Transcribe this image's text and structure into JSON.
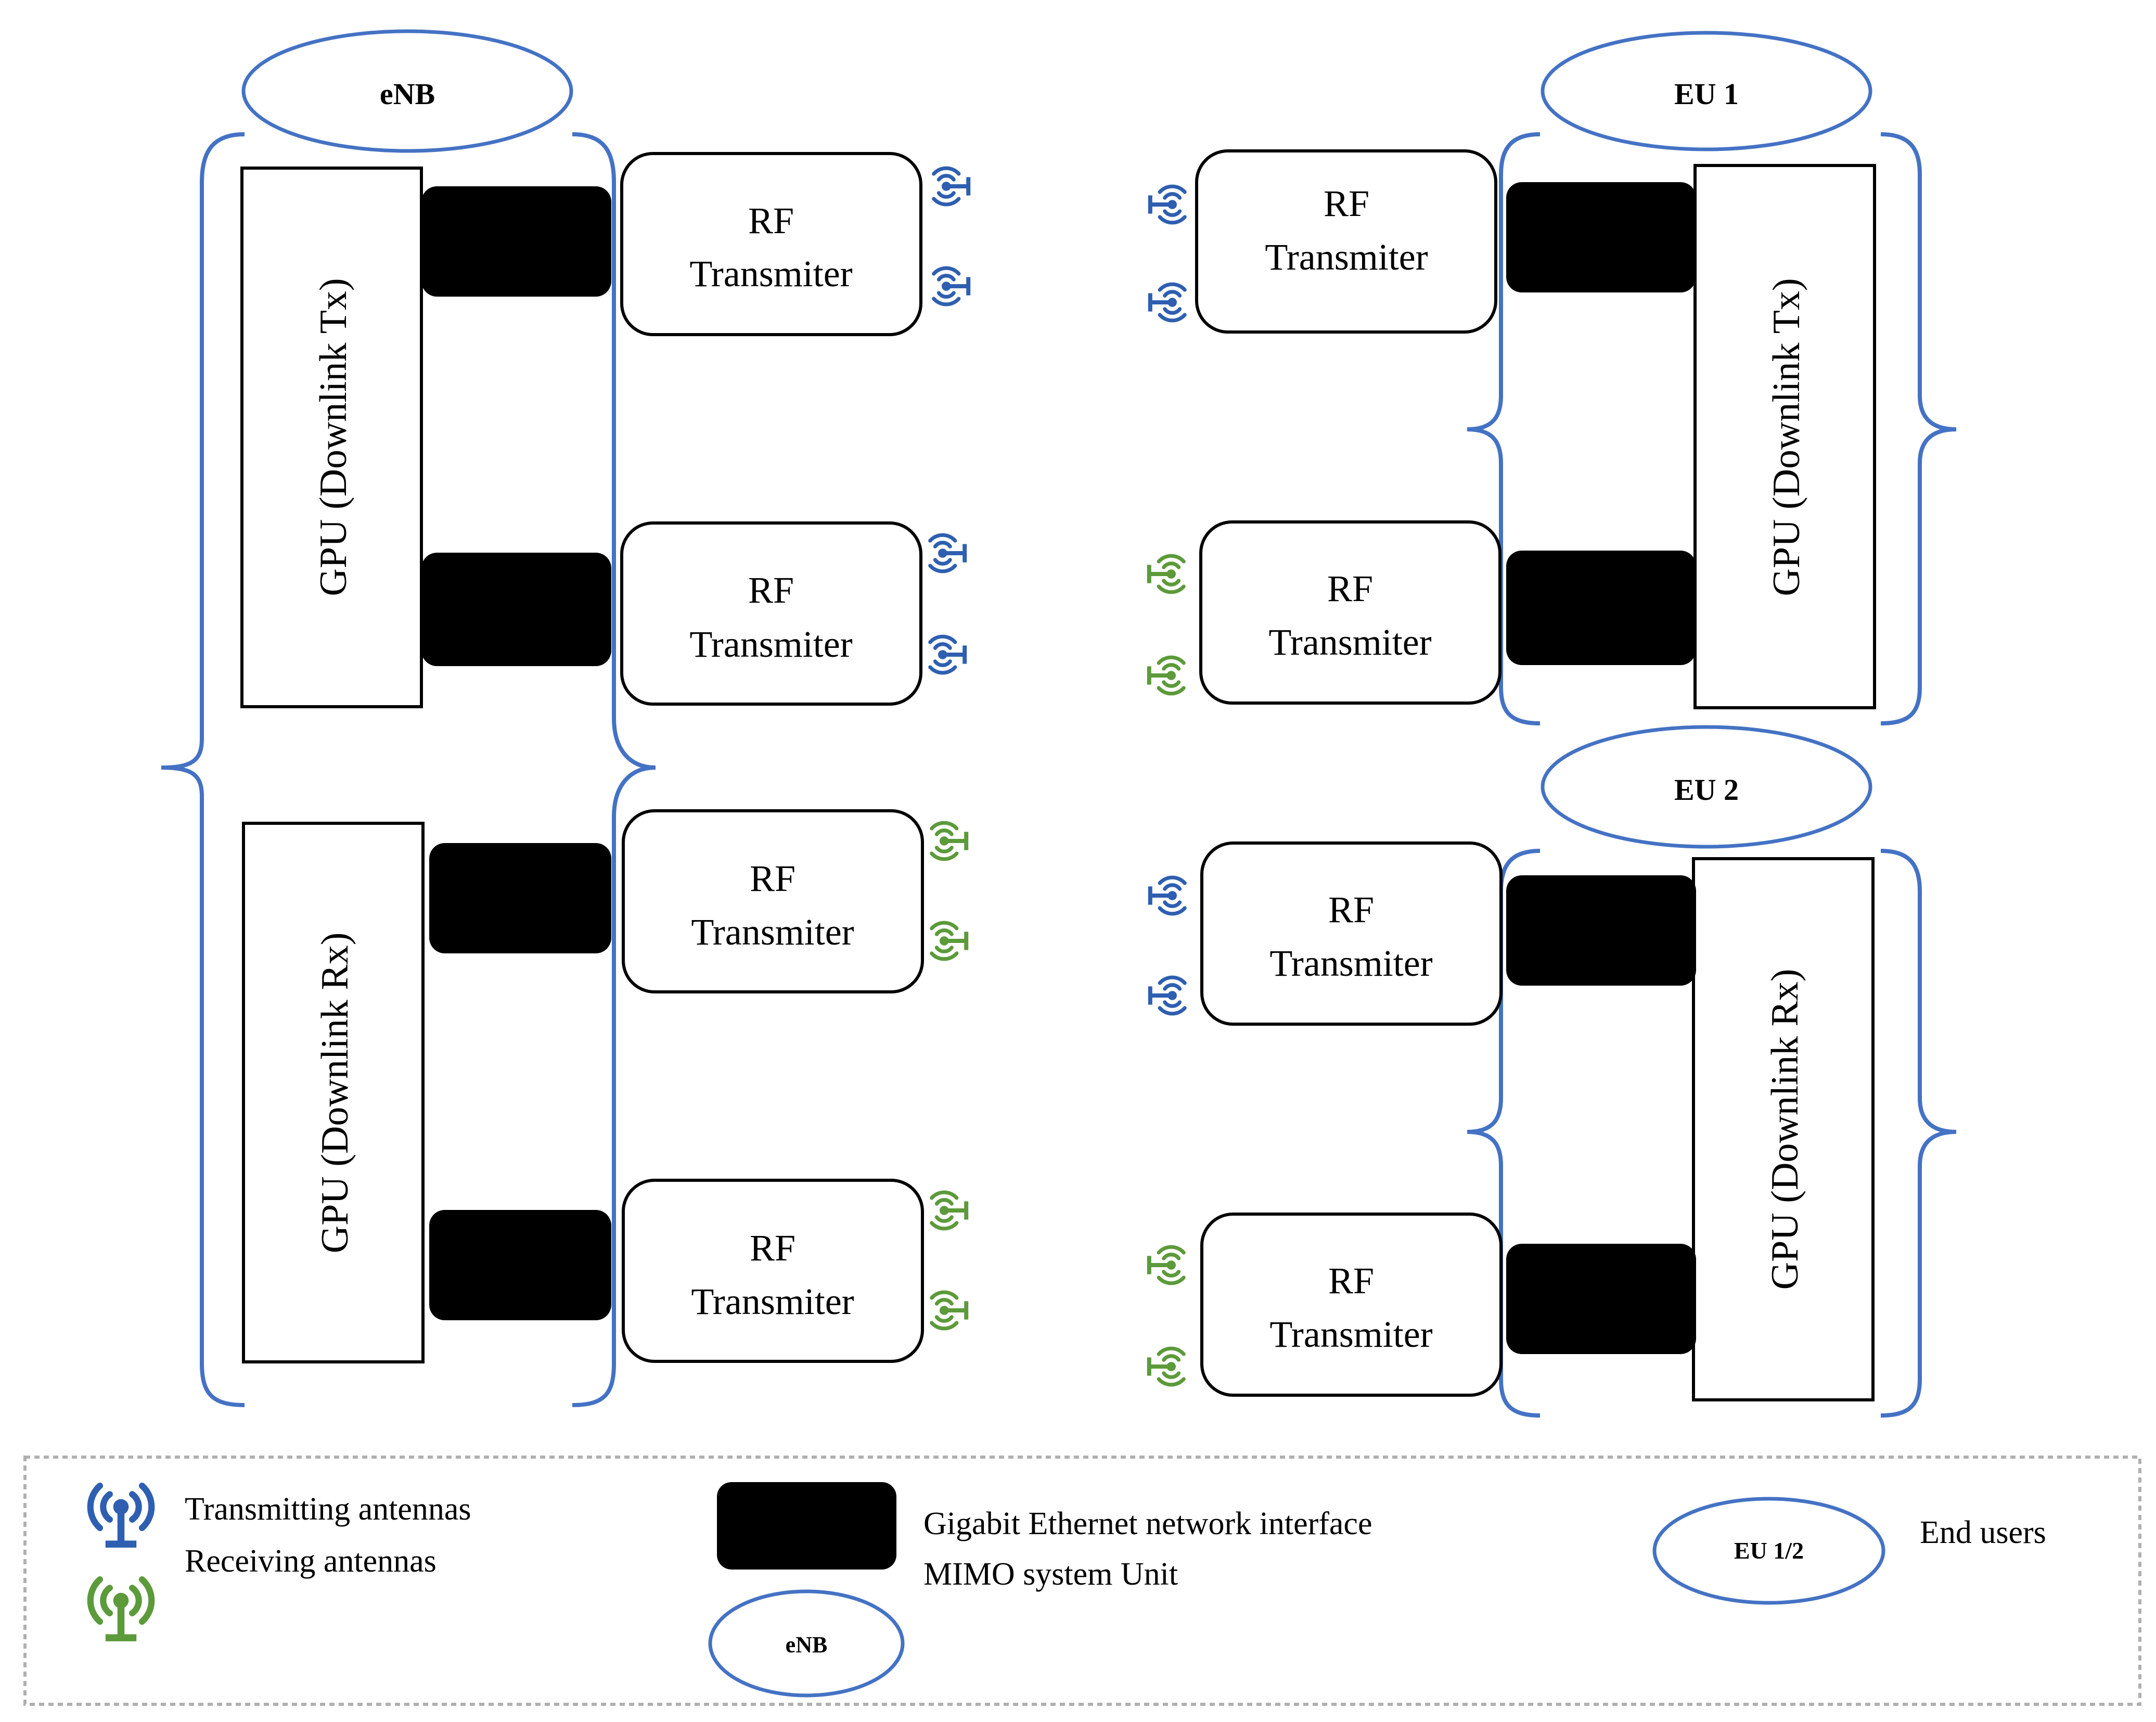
{
  "colors": {
    "accent_blue": "#4472C4",
    "transmit_blue": "#2E5FB0",
    "receive_green": "#5C9A3A",
    "nic_black": "#000000",
    "legend_border": "#B0B0B0"
  },
  "enb": {
    "label": "eNB",
    "gpu_tx_label": "GPU (Downlink Tx)",
    "gpu_rx_label": "GPU (Downlink Rx)",
    "rf_units": [
      {
        "line1": "RF",
        "line2": "Transmiter",
        "antenna": "transmit"
      },
      {
        "line1": "RF",
        "line2": "Transmiter",
        "antenna": "transmit"
      },
      {
        "line1": "RF",
        "line2": "Transmiter",
        "antenna": "receive"
      },
      {
        "line1": "RF",
        "line2": "Transmiter",
        "antenna": "receive"
      }
    ]
  },
  "eu1": {
    "label": "EU 1",
    "gpu_label": "GPU (Downlink Tx)",
    "rf_units": [
      {
        "line1": "RF",
        "line2": "Transmiter",
        "antenna": "transmit"
      },
      {
        "line1": "RF",
        "line2": "Transmiter",
        "antenna": "receive"
      }
    ]
  },
  "eu2": {
    "label": "EU 2",
    "gpu_label": "GPU (Downlink Rx)",
    "rf_units": [
      {
        "line1": "RF",
        "line2": "Transmiter",
        "antenna": "transmit"
      },
      {
        "line1": "RF",
        "line2": "Transmiter",
        "antenna": "receive"
      }
    ]
  },
  "legend": {
    "transmitting": "Transmitting antennas",
    "receiving": "Receiving antennas",
    "nic": "Gigabit Ethernet network interface",
    "mimo": "MIMO system Unit",
    "enb_oval": "eNB",
    "eu_oval": "EU 1/2",
    "end_users": "End users"
  }
}
